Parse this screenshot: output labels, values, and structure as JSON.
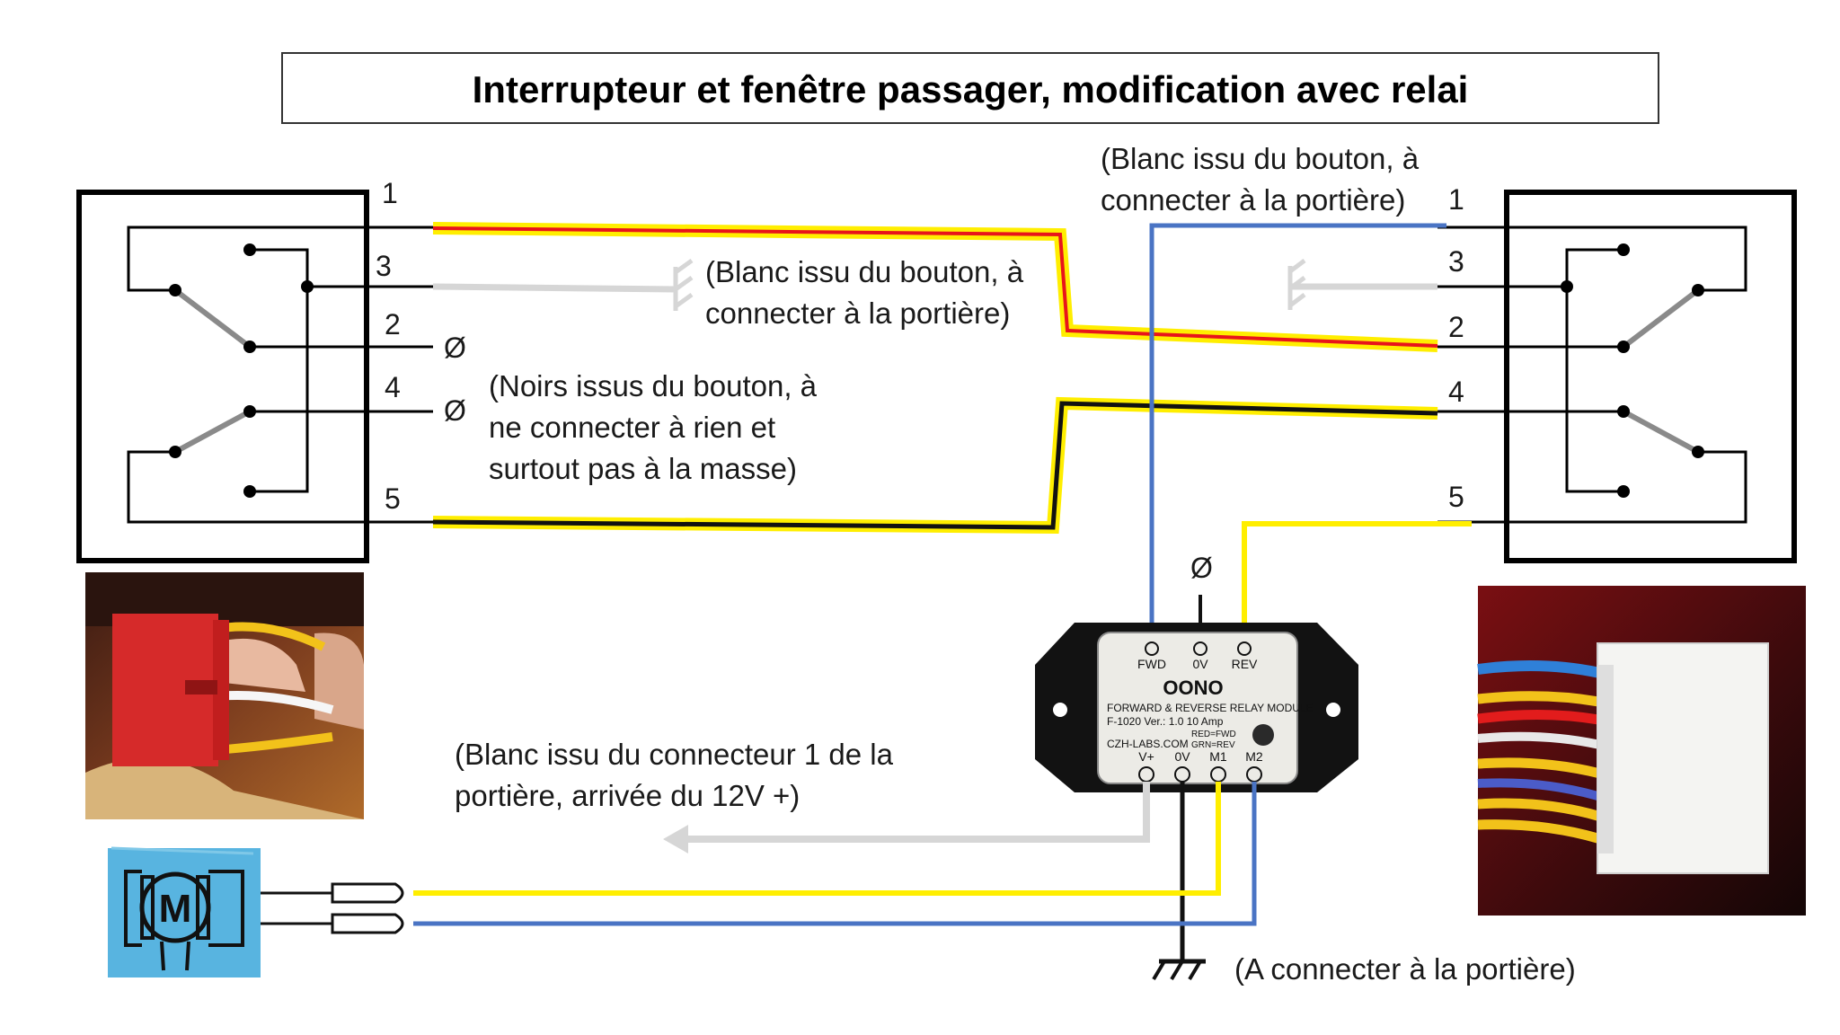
{
  "title": "Interrupteur et fenêtre passager, modification avec relai",
  "left_switch": {
    "pins": [
      "1",
      "3",
      "2",
      "4",
      "5"
    ],
    "null_2": "Ø",
    "null_4": "Ø"
  },
  "right_switch": {
    "pins": [
      "1",
      "3",
      "2",
      "4",
      "5"
    ]
  },
  "notes": {
    "top_right": [
      "(Blanc issu du bouton, à",
      "connecter à la portière)"
    ],
    "middle": [
      "(Blanc issu du bouton, à",
      "connecter à la portière)"
    ],
    "black_wires": [
      "(Noirs issus du bouton, à",
      "ne connecter à rien et",
      "surtout pas à la masse)"
    ],
    "connector": [
      "(Blanc issu du connecteur 1 de la",
      "portière, arrivée du 12V +)"
    ],
    "ground": "(A connecter à la portière)"
  },
  "relay": {
    "null_symbol": "Ø",
    "top_terminals": [
      "FWD",
      "0V",
      "REV"
    ],
    "brand": "OONO",
    "line1": "FORWARD & REVERSE RELAY MODULE",
    "line2": "F-1020 Ver.: 1.0  10 Amp",
    "line3": "RED=FWD",
    "line4": "GRN=REV",
    "site": "CZH-LABS.COM",
    "bottom_terminals": [
      "V+",
      "0V",
      "M1",
      "M2"
    ]
  },
  "motor": {
    "letter": "M"
  },
  "colors": {
    "red_wire": "#e8141b",
    "yellow_wire": "#ffee00",
    "blue_wire": "#4a74c4",
    "white_wire": "#d6d6d6",
    "black_wire": "#111111",
    "motor_bg": "#58b4e0"
  }
}
